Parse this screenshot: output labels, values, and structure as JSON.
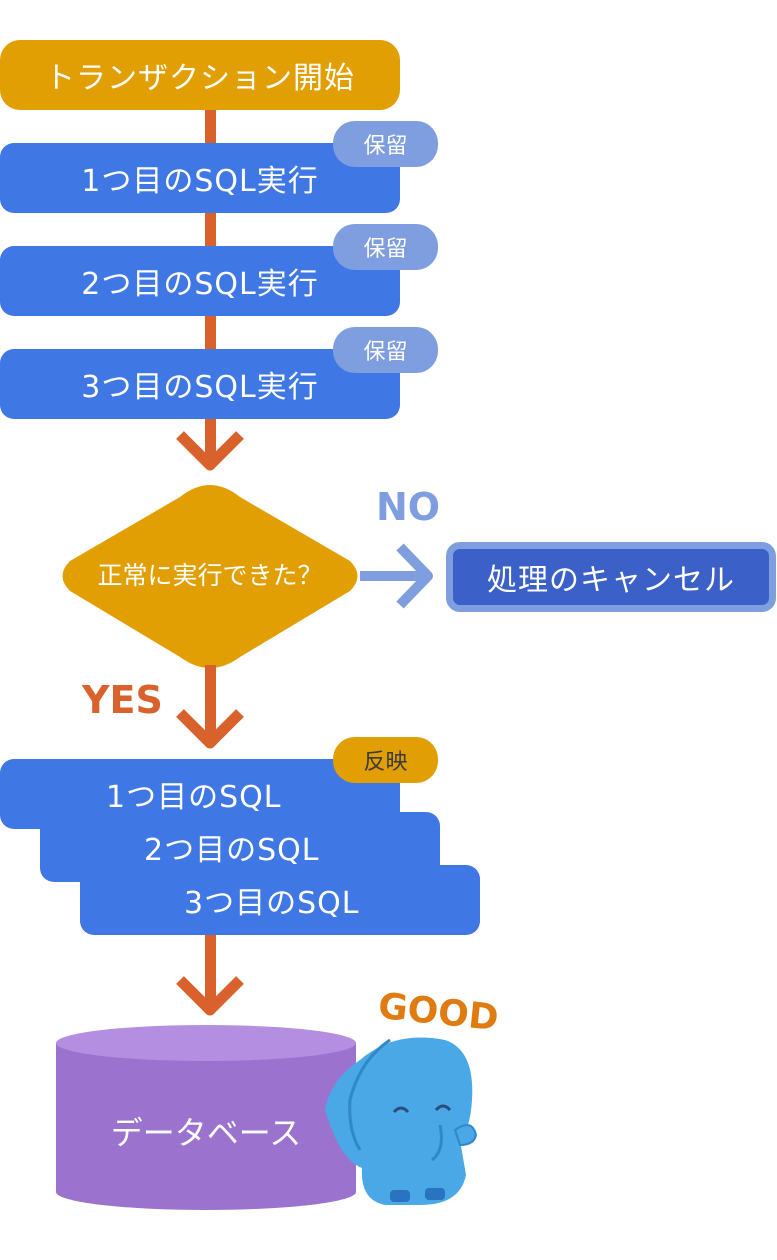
{
  "start": {
    "label": "トランザクション開始"
  },
  "steps": [
    {
      "label": "1つ目のSQL実行",
      "badge": "保留"
    },
    {
      "label": "2つ目のSQL実行",
      "badge": "保留"
    },
    {
      "label": "3つ目のSQL実行",
      "badge": "保留"
    }
  ],
  "decision": {
    "question": "正常に実行できた？",
    "no_label": "NO",
    "yes_label": "YES"
  },
  "cancel": {
    "label": "処理のキャンセル"
  },
  "reflect": {
    "badge": "反映",
    "items": [
      "1つ目のSQL",
      "2つ目のSQL",
      "3つ目のSQL"
    ]
  },
  "database": {
    "label": "データベース"
  },
  "mascot": {
    "text": "GOOD"
  },
  "colors": {
    "orange": "#e19f04",
    "blue": "#3f77e5",
    "badge_blue": "#7f9edf",
    "cancel_blue": "#3b60c8",
    "arrow": "#d9622c",
    "db_purple": "#9c72cf",
    "mascot_blue": "#4aa8e6"
  }
}
